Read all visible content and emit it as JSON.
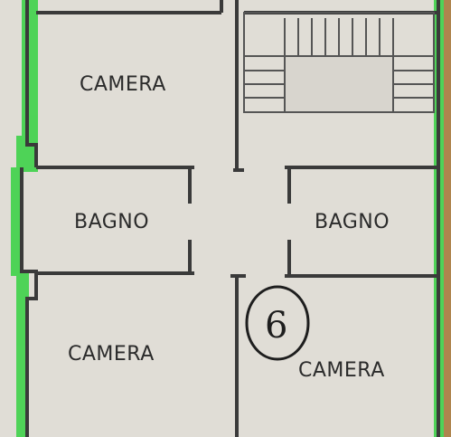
{
  "plan": {
    "unit_number": "6",
    "rooms": [
      {
        "id": "camera-top-left",
        "label": "CAMERA"
      },
      {
        "id": "bagno-left",
        "label": "BAGNO"
      },
      {
        "id": "bagno-right",
        "label": "BAGNO"
      },
      {
        "id": "camera-bottom-left",
        "label": "CAMERA"
      },
      {
        "id": "camera-bottom-right",
        "label": "CAMERA"
      }
    ]
  },
  "colors": {
    "paper": "#e0ddd6",
    "wall": "#3a3a3a",
    "exterior_highlight": "#3fd24a",
    "stair_lines": "#555555"
  }
}
